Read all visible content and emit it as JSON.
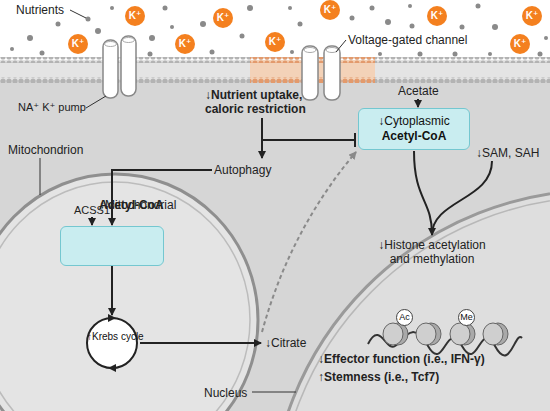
{
  "diagram": {
    "nodes": [
      {
        "text": [
          "K⁺"
        ]
      },
      {
        "text": [
          "K⁺"
        ]
      },
      {
        "text": [
          "K⁺"
        ]
      },
      {
        "text": [
          "K⁺"
        ]
      },
      {
        "text": [
          "K⁺"
        ]
      },
      {
        "text": [
          "K⁺"
        ]
      },
      {
        "text": [
          "K⁺"
        ]
      },
      {
        "text": [
          "K⁺"
        ]
      },
      {
        "text": [
          "K⁺"
        ]
      },
      {
        "text": [
          "↓Cytoplasmic",
          "Acetyl-CoA"
        ]
      },
      {
        "text": [
          "Mitochondrion"
        ]
      },
      {
        "text": [
          "↑Mitochondrial",
          "Acetyl-CoA"
        ],
        "in": 10
      },
      {
        "text": [
          "↑Krebs cycle"
        ],
        "in": 10
      },
      {
        "text": [
          "Ac"
        ]
      },
      {
        "text": [
          "Me"
        ]
      }
    ],
    "edges": [
      {
        "from": 11,
        "to": 12,
        "arrow": "to"
      }
    ],
    "labels": [
      "Nutrients",
      "NA⁺ K⁺ pump",
      "Voltage-gated channel",
      "↓Nutrient uptake, caloric restriction",
      "Acetate",
      "↓SAM, SAH",
      "Autophagy",
      "ACSS1",
      "↓Citrate",
      "↓Histone acetylation and methylation",
      "↓Effector function (i.e., IFN-γ)",
      "↑Stemness (i.e., Tcf7)",
      "Nucleus"
    ]
  }
}
